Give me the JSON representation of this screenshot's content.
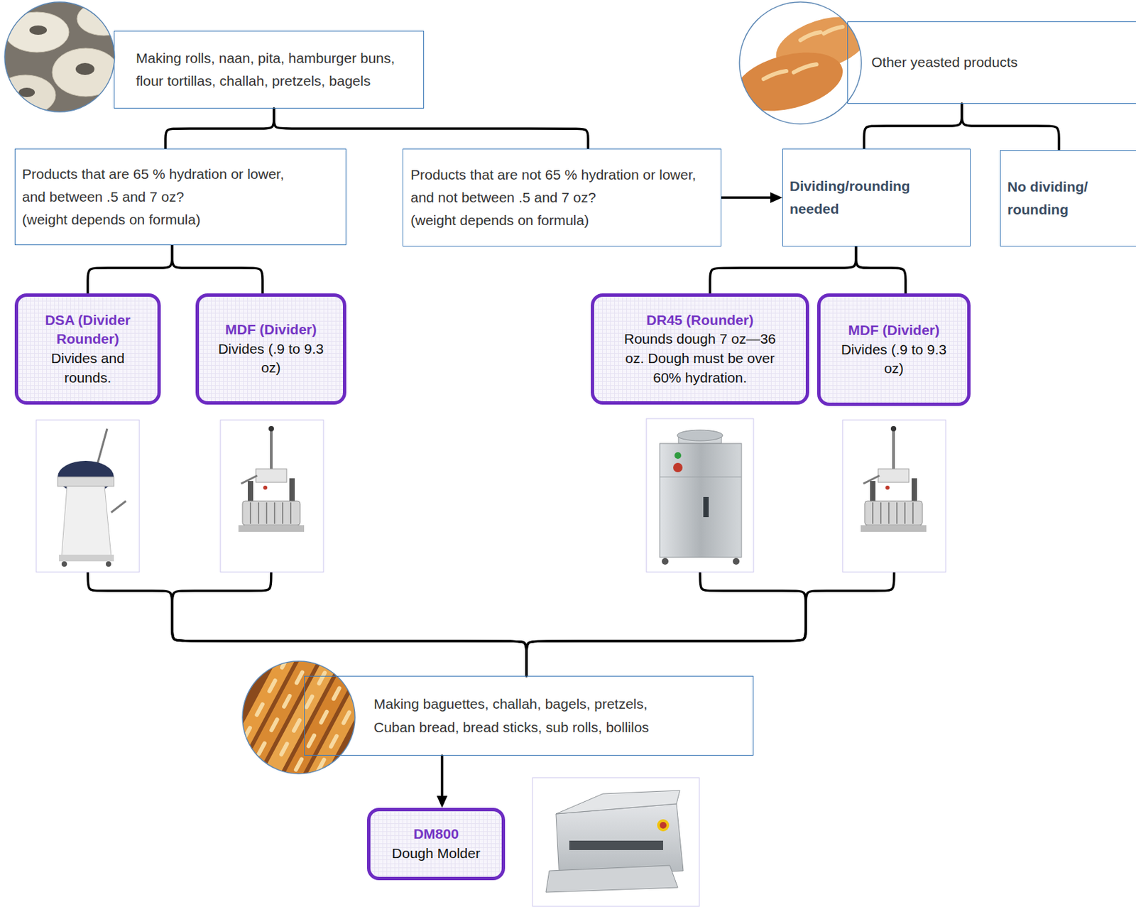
{
  "diagram": {
    "nodes": [
      {
        "text": [
          "Making rolls, naan, pita, hamburger buns, flour tortillas, challah, pretzels, bagels"
        ]
      },
      {
        "text": [
          "Other yeasted products"
        ]
      },
      {
        "text": [
          "Products that are 65 % hydration or lower, and between .5 and 7 oz?",
          "(weight depends on formula)"
        ]
      },
      {
        "text": [
          "Products that are not 65 % hydration or lower, and not between .5 and 7 oz?",
          "(weight depends on formula)"
        ]
      },
      {
        "text": [
          "Dividing/rounding needed"
        ]
      },
      {
        "text": [
          "No dividing/ rounding"
        ]
      },
      {
        "text": [
          "DSA (Divider Rounder)",
          "Divides and rounds."
        ]
      },
      {
        "text": [
          "MDF (Divider)",
          "Divides (.9 to 9.3 oz)"
        ]
      },
      {
        "text": [
          "DR45 (Rounder)",
          "Rounds dough 7 oz—36 oz. Dough must be over 60% hydration."
        ]
      },
      {
        "text": [
          "MDF (Divider)",
          "Divides (.9 to 9.3 oz)"
        ]
      },
      {
        "text": [
          "Making baguettes, challah, bagels, pretzels, Cuban bread, bread sticks, sub rolls, bollilos"
        ]
      },
      {
        "text": [
          "DM800",
          "Dough Molder"
        ]
      }
    ],
    "edges": [
      {
        "from": 0,
        "to": 2,
        "arrow": "none"
      },
      {
        "from": 0,
        "to": 3,
        "arrow": "none"
      },
      {
        "from": 1,
        "to": 4,
        "arrow": "none"
      },
      {
        "from": 1,
        "to": 5,
        "arrow": "none"
      },
      {
        "from": 2,
        "to": 6,
        "arrow": "none"
      },
      {
        "from": 2,
        "to": 7,
        "arrow": "none"
      },
      {
        "from": 3,
        "to": 4,
        "arrow": "to"
      },
      {
        "from": 4,
        "to": 8,
        "arrow": "none"
      },
      {
        "from": 4,
        "to": 9,
        "arrow": "none"
      },
      {
        "from": 6,
        "to": 10,
        "arrow": "none"
      },
      {
        "from": 7,
        "to": 10,
        "arrow": "none"
      },
      {
        "from": 8,
        "to": 10,
        "arrow": "none"
      },
      {
        "from": 9,
        "to": 10,
        "arrow": "none"
      },
      {
        "from": 10,
        "to": 11,
        "arrow": "to"
      }
    ]
  }
}
